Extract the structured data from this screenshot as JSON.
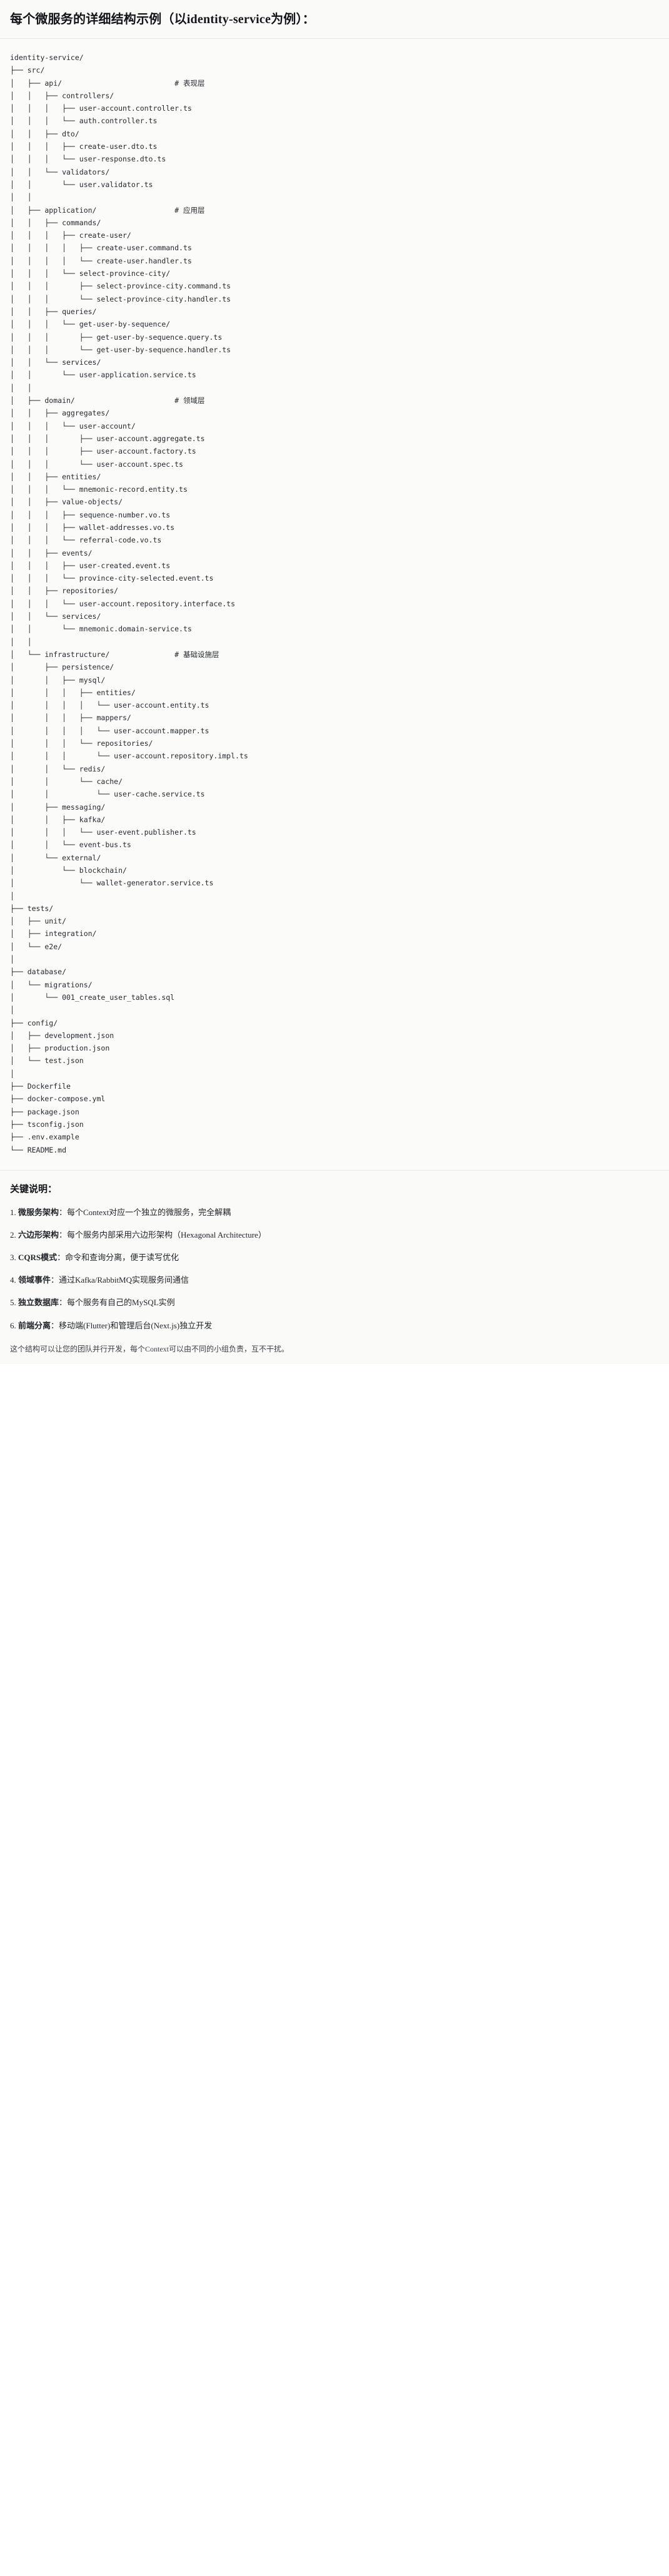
{
  "header": {
    "title": "每个微服务的详细结构示例（以identity-service为例）："
  },
  "tree": {
    "text": "identity-service/\n├── src/\n│   ├── api/                          # 表现层\n│   │   ├── controllers/\n│   │   │   ├── user-account.controller.ts\n│   │   │   └── auth.controller.ts\n│   │   ├── dto/\n│   │   │   ├── create-user.dto.ts\n│   │   │   └── user-response.dto.ts\n│   │   └── validators/\n│   │       └── user.validator.ts\n│   │\n│   ├── application/                  # 应用层\n│   │   ├── commands/\n│   │   │   ├── create-user/\n│   │   │   │   ├── create-user.command.ts\n│   │   │   │   └── create-user.handler.ts\n│   │   │   └── select-province-city/\n│   │   │       ├── select-province-city.command.ts\n│   │   │       └── select-province-city.handler.ts\n│   │   ├── queries/\n│   │   │   └── get-user-by-sequence/\n│   │   │       ├── get-user-by-sequence.query.ts\n│   │   │       └── get-user-by-sequence.handler.ts\n│   │   └── services/\n│   │       └── user-application.service.ts\n│   │\n│   ├── domain/                       # 领域层\n│   │   ├── aggregates/\n│   │   │   └── user-account/\n│   │   │       ├── user-account.aggregate.ts\n│   │   │       ├── user-account.factory.ts\n│   │   │       └── user-account.spec.ts\n│   │   ├── entities/\n│   │   │   └── mnemonic-record.entity.ts\n│   │   ├── value-objects/\n│   │   │   ├── sequence-number.vo.ts\n│   │   │   ├── wallet-addresses.vo.ts\n│   │   │   └── referral-code.vo.ts\n│   │   ├── events/\n│   │   │   ├── user-created.event.ts\n│   │   │   └── province-city-selected.event.ts\n│   │   ├── repositories/\n│   │   │   └── user-account.repository.interface.ts\n│   │   └── services/\n│   │       └── mnemonic.domain-service.ts\n│   │\n│   └── infrastructure/               # 基础设施层\n│       ├── persistence/\n│       │   ├── mysql/\n│       │   │   ├── entities/\n│       │   │   │   └── user-account.entity.ts\n│       │   │   ├── mappers/\n│       │   │   │   └── user-account.mapper.ts\n│       │   │   └── repositories/\n│       │   │       └── user-account.repository.impl.ts\n│       │   └── redis/\n│       │       └── cache/\n│       │           └── user-cache.service.ts\n│       ├── messaging/\n│       │   ├── kafka/\n│       │   │   └── user-event.publisher.ts\n│       │   └── event-bus.ts\n│       └── external/\n│           └── blockchain/\n│               └── wallet-generator.service.ts\n│\n├── tests/\n│   ├── unit/\n│   ├── integration/\n│   └── e2e/\n│\n├── database/\n│   └── migrations/\n│       └── 001_create_user_tables.sql\n│\n├── config/\n│   ├── development.json\n│   ├── production.json\n│   └── test.json\n│\n├── Dockerfile\n├── docker-compose.yml\n├── package.json\n├── tsconfig.json\n├── .env.example\n└── README.md",
    "root": "identity-service/",
    "layer_comments": [
      "# 表现层",
      "# 应用层",
      "# 领域层",
      "# 基础设施层"
    ]
  },
  "notes": {
    "heading": "关键说明：",
    "items": [
      {
        "bold": "微服务架构",
        "rest": "：每个Context对应一个独立的微服务，完全解耦"
      },
      {
        "bold": "六边形架构",
        "rest": "：每个服务内部采用六边形架构（Hexagonal Architecture）"
      },
      {
        "bold": "CQRS模式",
        "rest": "：命令和查询分离，便于读写优化"
      },
      {
        "bold": "领域事件",
        "rest": "：通过Kafka/RabbitMQ实现服务间通信"
      },
      {
        "bold": "独立数据库",
        "rest": "：每个服务有自己的MySQL实例"
      },
      {
        "bold": "前端分离",
        "rest": "：移动端(Flutter)和管理后台(Next.js)独立开发"
      }
    ],
    "footnote": "这个结构可以让您的团队并行开发，每个Context可以由不同的小组负责，互不干扰。"
  }
}
